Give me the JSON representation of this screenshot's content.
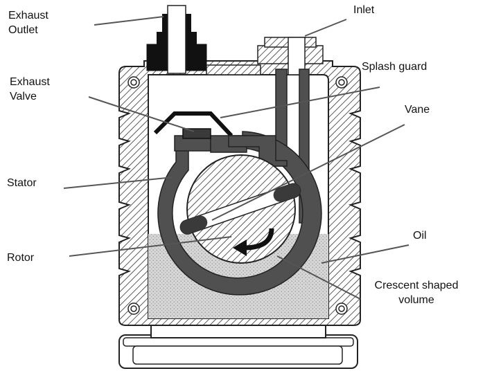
{
  "labels": {
    "exhaust_outlet": [
      "Exhaust",
      "Outlet"
    ],
    "inlet": "Inlet",
    "exhaust_valve": [
      "Exhaust",
      "Valve"
    ],
    "splash_guard": "Splash guard",
    "vane": "Vane",
    "stator": "Stator",
    "oil": "Oil",
    "rotor": "Rotor",
    "crescent_volume": [
      "Crescent shaped",
      "volume"
    ]
  },
  "colors": {
    "line": "#1a1a1a",
    "stator_fill": "#505050",
    "body_fill": "#ffffff",
    "oil_fill": "#d8d8d8",
    "valve_fill": "#3a3a3a"
  }
}
